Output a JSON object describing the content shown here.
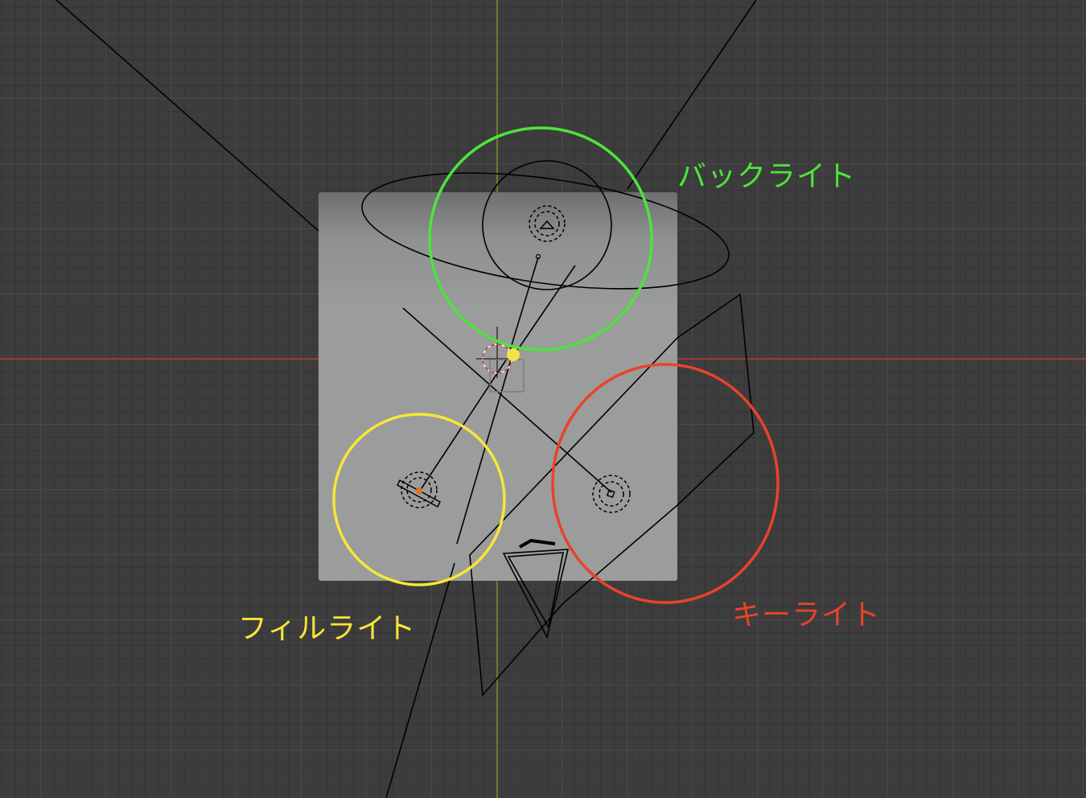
{
  "annotations": {
    "back_light": {
      "label": "バックライト",
      "color": "#4ee33d"
    },
    "fill_light": {
      "label": "フィルライト",
      "color": "#f7e637"
    },
    "key_light": {
      "label": "キーライト",
      "color": "#e8432a"
    }
  },
  "viewport": {
    "background": "#3d3d3d",
    "x_axis_color": "#b43a3a",
    "y_axis_color": "#6f8f2a",
    "plane_color": "#9b9c9c",
    "wire_color": "#000000"
  }
}
